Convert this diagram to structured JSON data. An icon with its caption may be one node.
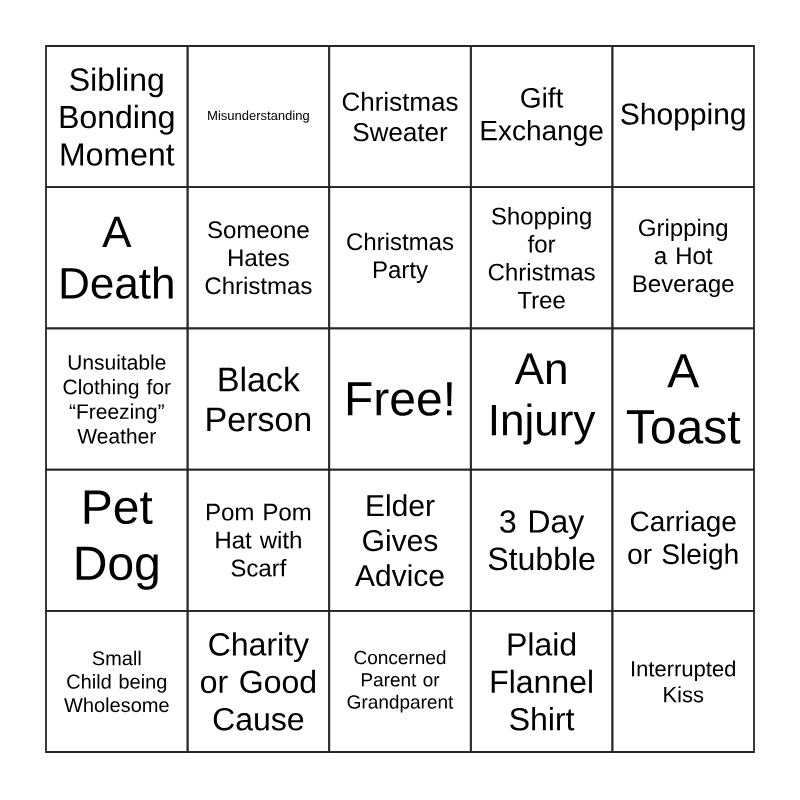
{
  "diagram": {
    "labels": [
      "Sibling Bonding Moment",
      "Misunderstanding",
      "Christmas Sweater",
      "Gift Exchange",
      "Shopping",
      "A Death",
      "Someone Hates Christmas",
      "Christmas Party",
      "Shopping for Christmas Tree",
      "Gripping a Hot Beverage",
      "Unsuitable Clothing for “Freezing” Weather",
      "Black Person",
      "Free!",
      "An Injury",
      "A Toast",
      "Pet Dog",
      "Pom Pom Hat with Scarf",
      "Elder Gives Advice",
      "3 Day Stubble",
      "Carriage or Sleigh",
      "Small Child being Wholesome",
      "Charity or Good Cause",
      "Concerned Parent or Grandparent",
      "Plaid Flannel Shirt",
      "Interrupted Kiss"
    ]
  }
}
